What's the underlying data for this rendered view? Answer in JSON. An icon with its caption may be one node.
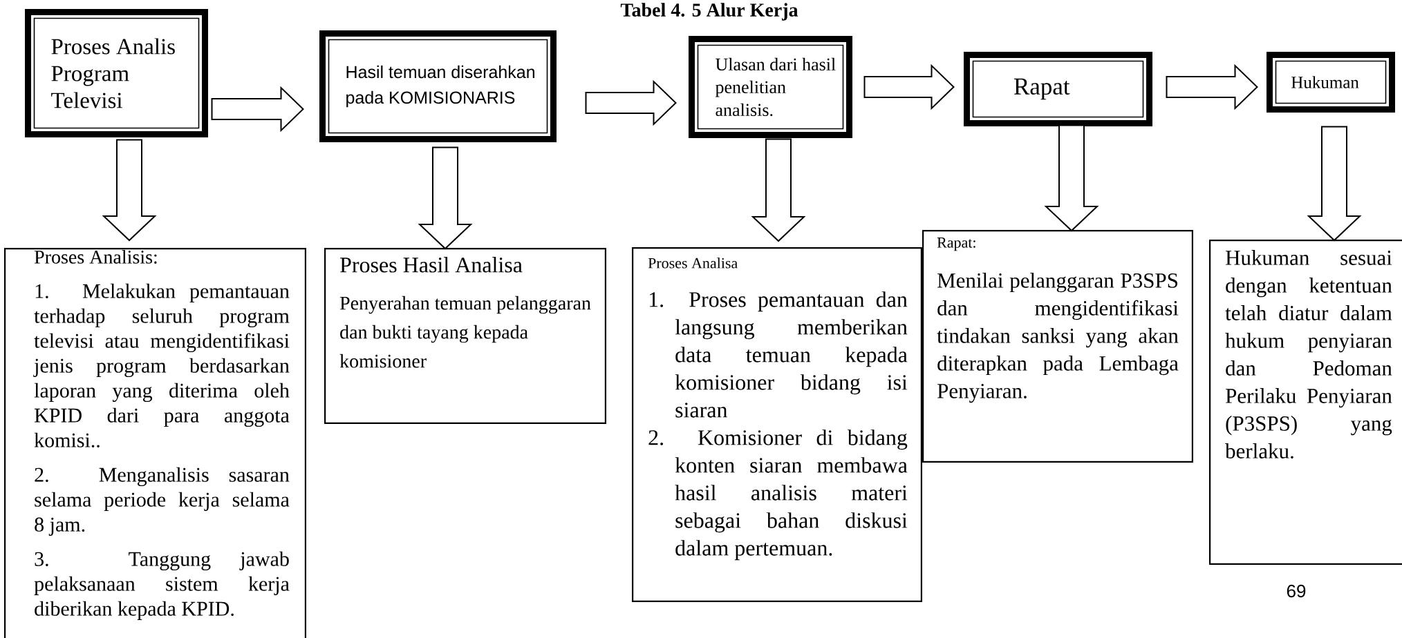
{
  "diagram": {
    "title": "Tabel 4. 5 Alur Kerja",
    "nodes": [
      {
        "text": [
          "Proses Analis Program Televisi"
        ]
      },
      {
        "text": [
          "Hasil temuan diserahkan pada KOMISIONARIS"
        ]
      },
      {
        "text": [
          "Ulasan dari hasil penelitian analisis."
        ]
      },
      {
        "text": [
          "Rapat"
        ]
      },
      {
        "text": [
          "Hukuman"
        ]
      },
      {
        "text": [
          "Proses Analisis:",
          "1. Melakukan pemantauan terhadap seluruh program televisi atau mengidentifikasi jenis program berdasarkan laporan yang diterima oleh KPID dari para anggota komisi..",
          "2. Menganalisis sasaran selama periode kerja selama 8 jam.",
          "3. Tanggung jawab pelaksanaan sistem kerja diberikan kepada KPID."
        ]
      },
      {
        "text": [
          "Proses Hasil Analisa",
          "Penyerahan temuan pelanggaran dan bukti tayang kepada komisioner"
        ]
      },
      {
        "text": [
          "Proses Analisa",
          "1. Proses pemantauan dan langsung memberikan data temuan kepada komisioner bidang isi siaran",
          "2. Komisioner di bidang konten siaran membawa hasil analisis materi sebagai bahan diskusi dalam pertemuan."
        ]
      },
      {
        "text": [
          "Rapat:",
          "Menilai pelanggaran P3SPS dan mengidentifikasi tindakan sanksi yang akan diterapkan pada Lembaga Penyiaran."
        ]
      },
      {
        "text": [
          "Hukuman sesuai dengan ketentuan telah diatur dalam hukum penyiaran dan Pedoman Perilaku Penyiaran (P3SPS) yang berlaku."
        ]
      }
    ],
    "edges": [
      {
        "from": 0,
        "to": 1,
        "arrow": "to"
      },
      {
        "from": 1,
        "to": 2,
        "arrow": "to"
      },
      {
        "from": 2,
        "to": 3,
        "arrow": "to"
      },
      {
        "from": 3,
        "to": 4,
        "arrow": "to"
      },
      {
        "from": 0,
        "to": 5,
        "arrow": "to"
      },
      {
        "from": 1,
        "to": 6,
        "arrow": "to"
      },
      {
        "from": 2,
        "to": 7,
        "arrow": "to"
      },
      {
        "from": 3,
        "to": 8,
        "arrow": "to"
      },
      {
        "from": 4,
        "to": 9,
        "arrow": "to"
      }
    ],
    "labels": [
      "69"
    ]
  }
}
